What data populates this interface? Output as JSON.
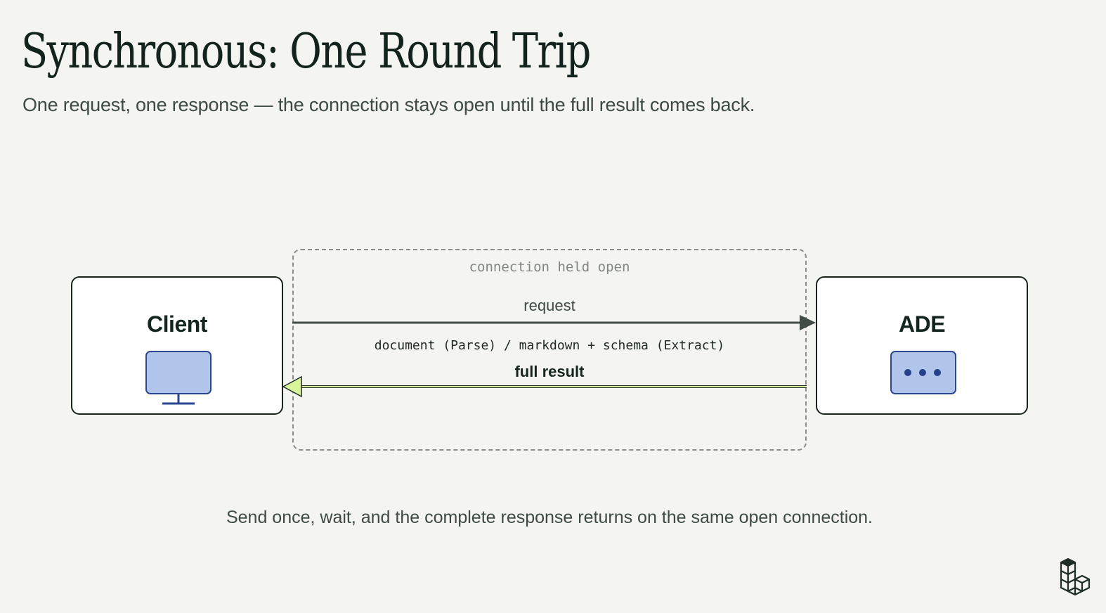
{
  "header": {
    "title": "Synchronous: One Round Trip",
    "subtitle": "One request, one response — the connection stays open until the full result comes back."
  },
  "diagram": {
    "connection_label": "connection held open",
    "client": {
      "label": "Client",
      "icon": "monitor-icon"
    },
    "server": {
      "label": "ADE",
      "icon": "more-dots-icon"
    },
    "request_label": "request",
    "payload_label": "document (Parse) / markdown + schema (Extract)",
    "result_label": "full result"
  },
  "caption": "Send once, wait, and the complete response returns on the same open connection.",
  "colors": {
    "background": "#f4f5f0",
    "request_arrow": "#414c47",
    "result_arrow": "#d9f59a",
    "icon_fill": "#b1c4ea",
    "icon_stroke": "#2b4792"
  },
  "logo": {
    "icon": "stacked-cubes-logo"
  }
}
